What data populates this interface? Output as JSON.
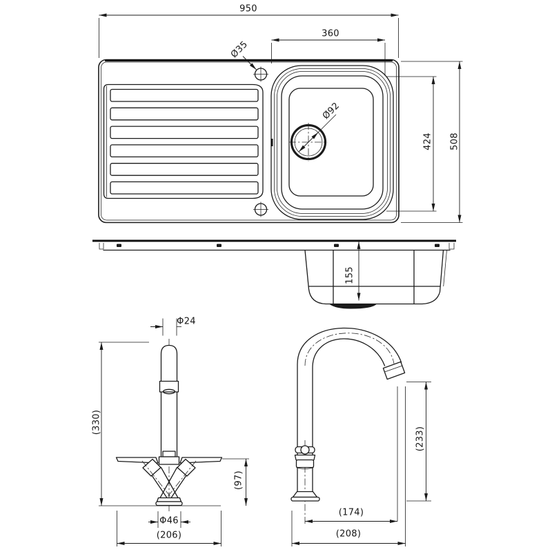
{
  "drawing": {
    "colors": {
      "line": "#1b1b1b",
      "background": "#ffffff"
    },
    "views": {
      "sink_plan": {
        "overall_width": "950",
        "bowl_width": "360",
        "tap_hole_diameter": "Ø35",
        "waste_diameter": "Ø92",
        "bowl_depth": "424",
        "overall_depth": "508"
      },
      "sink_side": {
        "bowl_height": "155"
      },
      "tap_front": {
        "spout_diameter": "Φ24",
        "overall_height": "(330)",
        "handle_height": "(97)",
        "base_diameter": "Φ46",
        "overall_width": "(206)"
      },
      "tap_side": {
        "spout_height": "(233)",
        "spout_reach": "(174)",
        "overall_depth": "(208)"
      }
    }
  }
}
